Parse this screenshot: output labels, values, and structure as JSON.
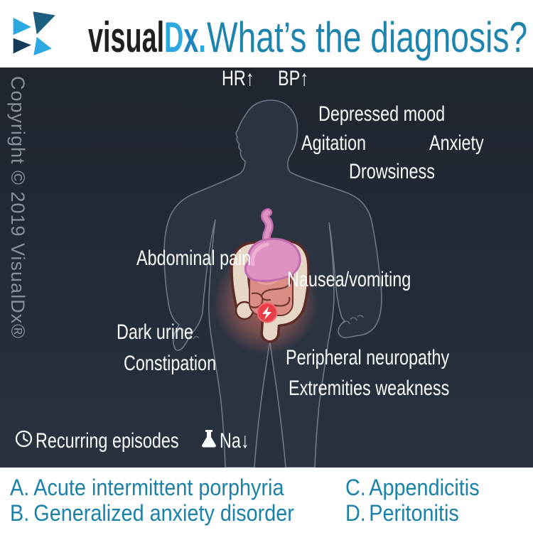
{
  "header": {
    "brand": {
      "visual": "visual",
      "d": "D",
      "x": "x",
      "dot": "."
    },
    "title": "What’s the diagnosis?",
    "colors": {
      "black": "#231f20",
      "light_blue": "#2ca9e0",
      "mid_blue": "#1c84c2",
      "teal": "#1c84ad"
    }
  },
  "diagram": {
    "copyright": "Copyright © 2019 VisualDx®",
    "vitals": [
      {
        "label": "HR↑"
      },
      {
        "label": "BP↑"
      }
    ],
    "symptoms": [
      {
        "label": "Depressed mood"
      },
      {
        "label": "Agitation"
      },
      {
        "label": "Anxiety"
      },
      {
        "label": "Drowsiness"
      },
      {
        "label": "Abdominal pain"
      },
      {
        "label": "Nausea/vomiting"
      },
      {
        "label": "Dark urine"
      },
      {
        "label": "Constipation"
      },
      {
        "label": "Peripheral neuropathy"
      },
      {
        "label": "Extremities weakness"
      }
    ],
    "footer_items": [
      {
        "icon": "clock-icon",
        "label": "Recurring episodes"
      },
      {
        "icon": "flask-icon",
        "label": "Na↓"
      }
    ],
    "colors": {
      "background": "#242b37",
      "body_fill": "#2c3442",
      "body_outline": "#94a0ae",
      "stomach": "#dd92c2",
      "large_intestine": "#e6d6c5",
      "small_intestine": "#d98d85",
      "pain_badge": "#e73e48",
      "label_text": "#fafbfc"
    }
  },
  "answers": [
    {
      "letter": "A.",
      "text": "Acute intermittent porphyria"
    },
    {
      "letter": "B.",
      "text": "Generalized anxiety disorder"
    },
    {
      "letter": "C.",
      "text": "Appendicitis"
    },
    {
      "letter": "D.",
      "text": "Peritonitis"
    }
  ]
}
